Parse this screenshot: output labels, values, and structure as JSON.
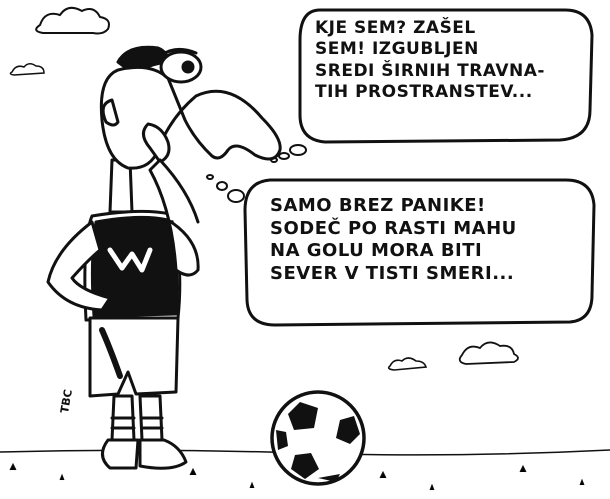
{
  "cartoon": {
    "thought_bubble_1": "KJE SEM? ZAŠEL\nSEM! IZGUBLJEN\nSREDI ŠIRNIH TRAVNA-\nTIH PROSTRANSTEV...",
    "thought_bubble_2": "SAMO BREZ PANIKE!\nSODEČ PO RASTI MAHU\nNA GOLU MORA BITI\nSEVER V TISTI SMERI...",
    "signature": "TBC",
    "colors": {
      "ink": "#111111",
      "paper": "#ffffff"
    }
  }
}
